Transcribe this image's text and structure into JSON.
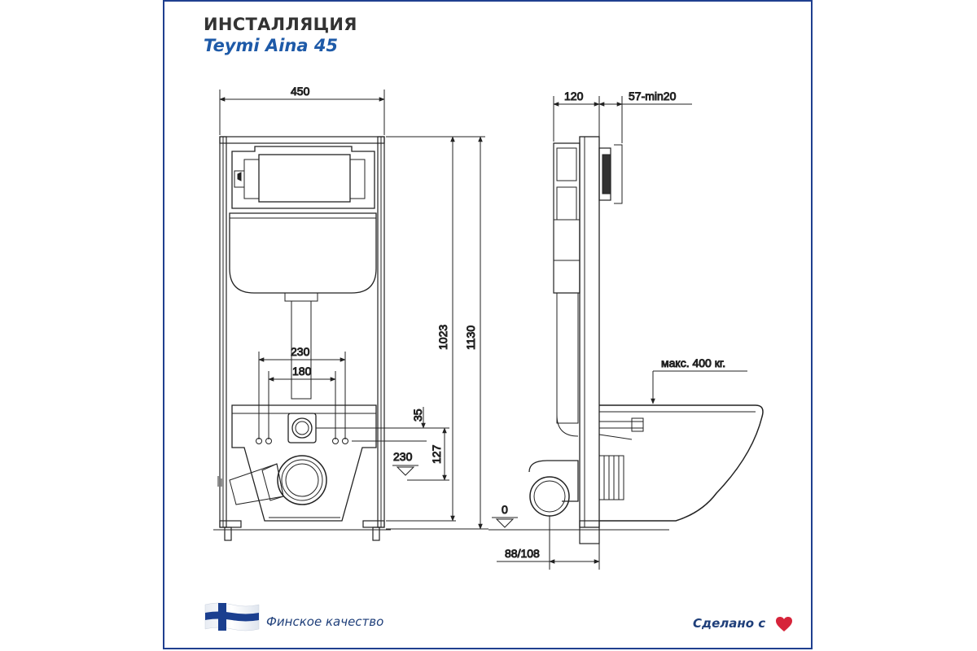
{
  "header": {
    "title": "ИНСТАЛЛЯЦИЯ",
    "subtitle": "Teymi Aina 45"
  },
  "footer": {
    "quality_label": "Финское качество",
    "made_label": "Сделано с"
  },
  "dimensions": {
    "width": "450",
    "height_total": "1130",
    "height_frame": "1023",
    "pins_outer": "230",
    "pins_inner": "180",
    "flush_offset": "35",
    "inlet_height": "127",
    "drain_height": "230",
    "floor_level": "0",
    "depth": "120",
    "wall_gap": "57-min20",
    "max_load": "макс. 400 кг.",
    "drain_diameter": "88/108"
  },
  "colors": {
    "frame_border": "#1f3f8f",
    "subtitle": "#1e5aa8",
    "footer_text": "#1f3f7a",
    "heart": "#d6243a",
    "flag_blue": "#1b3f8f"
  },
  "icons": {
    "flag": "finland-flag-icon",
    "heart": "heart-icon"
  }
}
